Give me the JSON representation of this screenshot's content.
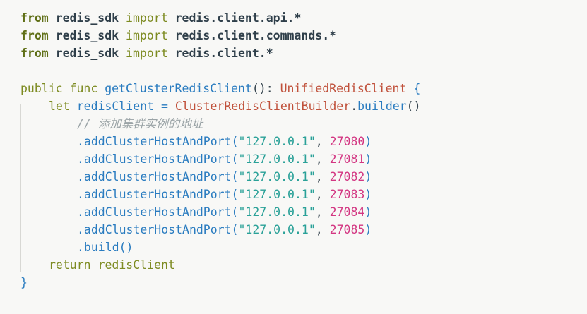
{
  "code": {
    "imports": [
      {
        "from": "from",
        "pkg": "redis_sdk",
        "import": "import",
        "target": "redis.client.api.*"
      },
      {
        "from": "from",
        "pkg": "redis_sdk",
        "import": "import",
        "target": "redis.client.commands.*"
      },
      {
        "from": "from",
        "pkg": "redis_sdk",
        "import": "import",
        "target": "redis.client.*"
      }
    ],
    "func_decl": {
      "modifiers": "public func ",
      "name": "getClusterRedisClient",
      "params": "(): ",
      "return_type": "UnifiedRedisClient",
      "open_brace": " {"
    },
    "let_line": {
      "let_kw": "let ",
      "var": "redisClient = ",
      "builder_class": "ClusterRedisClientBuilder",
      "dot": ".",
      "builder_call": "builder",
      "parens": "()"
    },
    "comment": "// 添加集群实例的地址",
    "host_calls": [
      {
        "method": ".addClusterHostAndPort(",
        "host": "\"127.0.0.1\"",
        "sep": ", ",
        "port": "27080",
        "close": ")"
      },
      {
        "method": ".addClusterHostAndPort(",
        "host": "\"127.0.0.1\"",
        "sep": ", ",
        "port": "27081",
        "close": ")"
      },
      {
        "method": ".addClusterHostAndPort(",
        "host": "\"127.0.0.1\"",
        "sep": ", ",
        "port": "27082",
        "close": ")"
      },
      {
        "method": ".addClusterHostAndPort(",
        "host": "\"127.0.0.1\"",
        "sep": ", ",
        "port": "27083",
        "close": ")"
      },
      {
        "method": ".addClusterHostAndPort(",
        "host": "\"127.0.0.1\"",
        "sep": ", ",
        "port": "27084",
        "close": ")"
      },
      {
        "method": ".addClusterHostAndPort(",
        "host": "\"127.0.0.1\"",
        "sep": ", ",
        "port": "27085",
        "close": ")"
      }
    ],
    "build_call": ".build()",
    "return_line": "return redisClient",
    "close_brace": "}"
  },
  "colors": {
    "background": "#f8f8f6",
    "keyword": "#7d8b21",
    "type": "#c0503a",
    "function": "#2a7cc0",
    "string": "#2aa198",
    "number": "#d33682",
    "comment": "#9aa3a6"
  }
}
